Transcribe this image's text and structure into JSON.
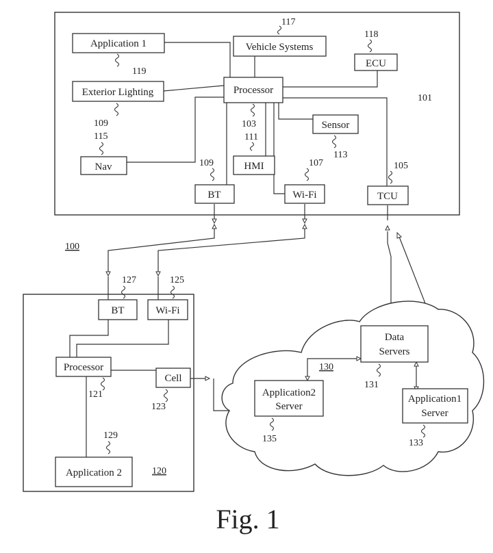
{
  "vehicle": {
    "ref": "101",
    "application1": "Application 1",
    "exterior_lighting": "Exterior Lighting",
    "vehicle_systems": "Vehicle Systems",
    "processor": "Processor",
    "ecu": "ECU",
    "sensor": "Sensor",
    "nav": "Nav",
    "hmi": "HMI",
    "bt": "BT",
    "wifi": "Wi-Fi",
    "tcu": "TCU",
    "refs": {
      "vehicle_systems": "117",
      "ecu": "118",
      "application1": "119",
      "exterior_lighting": "109",
      "nav": "115",
      "processor": "103",
      "hmi": "111",
      "sensor": "113",
      "bt": "109",
      "wifi": "107",
      "tcu": "105"
    }
  },
  "system_ref": "100",
  "mobile": {
    "ref": "120",
    "bt": "BT",
    "wifi": "Wi-Fi",
    "processor": "Processor",
    "cell": "Cell",
    "application2": "Application 2",
    "refs": {
      "bt": "127",
      "wifi": "125",
      "processor": "121",
      "cell": "123",
      "application2": "129"
    }
  },
  "cloud": {
    "ref": "130",
    "data_servers_line1": "Data",
    "data_servers_line2": "Servers",
    "app2_server_line1": "Application2",
    "app2_server_line2": "Server",
    "app1_server_line1": "Application1",
    "app1_server_line2": "Server",
    "refs": {
      "data_servers": "131",
      "app2_server": "135",
      "app1_server": "133"
    }
  },
  "caption": "Fig. 1"
}
